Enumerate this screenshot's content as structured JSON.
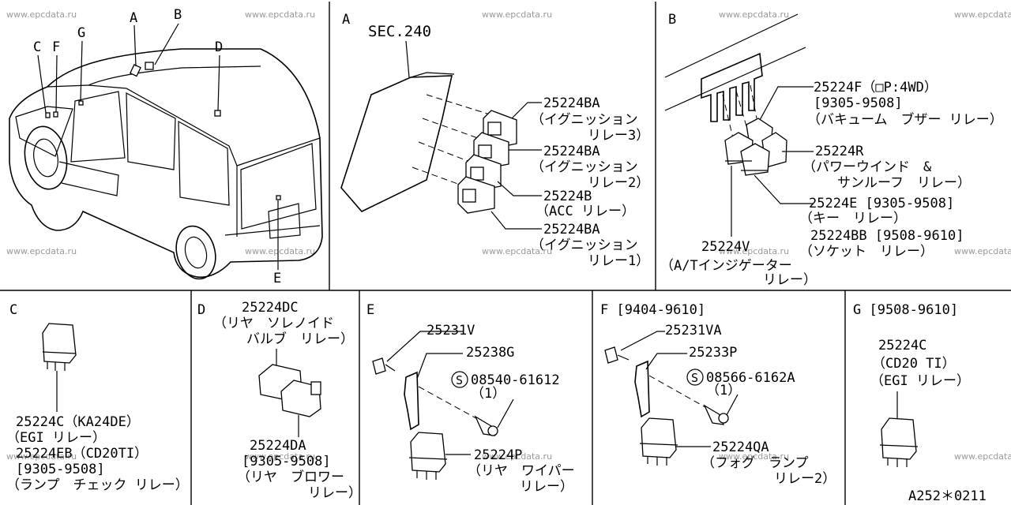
{
  "watermark": "www.epcdata.ru",
  "footer_code": "A252＊0211",
  "panels": {
    "overview": {
      "letters": [
        "A",
        "B",
        "C",
        "D",
        "E",
        "F",
        "G"
      ]
    },
    "A": {
      "title": "A",
      "sec": "SEC.240",
      "lines": [
        "25224BA",
        "（イグニッション",
        "リレー3）",
        "25224BA",
        "（イグニッション",
        "リレー2）",
        "25224B",
        "（ACC リレー）",
        "25224BA",
        "（イグニッション",
        "リレー1）"
      ]
    },
    "B": {
      "title": "B",
      "lines": [
        "25224F（□P:4WD）",
        "[9305-9508]",
        "（バキューム　ブザー リレー）",
        "25224R",
        "（パワーウインド　&",
        "サンルーフ　リレー）",
        "25224E [9305-9508]",
        "（キー　リレー）",
        "25224BB [9508-9610]",
        "（ソケット　リレー）",
        "25224V",
        "（A/Tインジゲーター",
        "リレー）"
      ]
    },
    "C": {
      "title": "C",
      "lines": [
        "25224C（KA24DE）",
        "（EGI リレー）",
        "25224EB（CD20TI）",
        "[9305-9508]",
        "（ランプ　チェック リレー）"
      ]
    },
    "D": {
      "title": "D",
      "lines": [
        "25224DC",
        "（リヤ　ソレノイド",
        "バルブ　リレー）",
        "25224DA",
        "[9305-9508]",
        "（リヤ　ブロワー",
        "リレー）"
      ]
    },
    "E": {
      "title": "E",
      "lines": [
        "25231V",
        "25238G",
        "S",
        "08540-61612",
        "（1）",
        "25224P",
        "（リヤ　ワイパー",
        "リレー）"
      ]
    },
    "F": {
      "title": "F [9404-9610]",
      "lines": [
        "25231VA",
        "25233P",
        "S",
        "08566-6162A",
        "（1）",
        "25224QA",
        "（フォグ　ランプ",
        "リレー2）"
      ]
    },
    "G": {
      "title": "G [9508-9610]",
      "lines": [
        "25224C",
        "（CD20 TI）",
        "（EGI リレー）"
      ]
    }
  }
}
